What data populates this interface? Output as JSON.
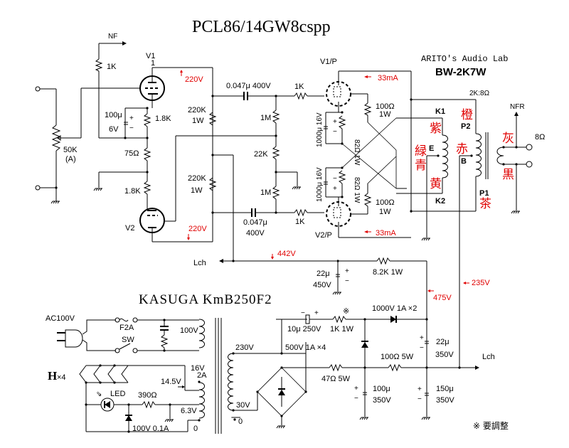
{
  "title": "PCL86/14GW8cspp",
  "lab": {
    "name": "ARITO's Audio Lab",
    "model": "BW-2K7W",
    "ratio": "2K:8Ω"
  },
  "power_transformer": "KASUGA KmB250F2",
  "tubes": {
    "v1": "V1",
    "v1_sub": "1",
    "v2": "V2",
    "v1p": "V1/P",
    "v2p": "V2/P"
  },
  "input": {
    "pot": "50K",
    "pot_taper": "(A)",
    "nf_label": "NF",
    "nf_res": "1K"
  },
  "driver": {
    "cap1": "100μ",
    "cap1_v": "6V",
    "cap1_plus": "+",
    "cap1_minus": "−",
    "r_cathode1": "1.8K",
    "r_mid": "75Ω",
    "r_cathode2": "1.8K",
    "plate_r1": "220K",
    "plate_r1_w": "1W",
    "plate_r2": "220K",
    "plate_r2_w": "1W",
    "v_top": "220V",
    "v_bot": "220V"
  },
  "coupling": {
    "c_top": "0.047μ 400V",
    "c_bot": "0.047μ",
    "c_bot_v": "400V",
    "r_top": "1M",
    "r_mid": "22K",
    "r_bot": "1M",
    "grid_r_top": "1K",
    "grid_r_bot": "1K"
  },
  "output": {
    "screen_r_top": "100Ω",
    "screen_r_top_w": "1W",
    "screen_r_bot": "100Ω",
    "screen_r_bot_w": "1W",
    "k_cap_top": "1000μ 16V",
    "k_cap_bot": "1000μ 16V",
    "k_res_top": "82Ω 1W",
    "k_res_bot": "82Ω 1W",
    "i_top": "33mA",
    "i_bot": "33mA"
  },
  "otrans": {
    "k1": "K1",
    "k2": "K2",
    "p1": "P1",
    "p2": "P2",
    "e": "E",
    "b": "B",
    "c_purple": "紫",
    "c_green": "緑",
    "c_blue": "青",
    "c_yellow": "黄",
    "c_orange": "橙",
    "c_red": "赤",
    "c_brown": "茶",
    "c_gray": "灰",
    "c_black": "黒",
    "nfr": "NFR",
    "load": "8Ω"
  },
  "supply": {
    "lch_top": "Lch",
    "lch_bot": "Lch",
    "v442": "442V",
    "v475": "475V",
    "v235": "235V",
    "c22_450": "22μ",
    "c22_450_v": "450V",
    "r82k": "8.2K 1W",
    "c10": "10μ 250V",
    "r1k": "1K 1W",
    "adjust_mark": "※",
    "diodes_hv": "1000V 1A ×2",
    "c22_350": "22μ",
    "c22_350_v": "350V",
    "r100": "100Ω 5W",
    "r47": "47Ω 5W",
    "c100": "100μ",
    "c100_v": "350V",
    "c150": "150μ",
    "c150_v": "350V",
    "bridge": "500V 1A ×4",
    "sec_230": "230V",
    "sec_30": "30V",
    "sec_0": "0",
    "footnote": "※ 要調整"
  },
  "mains": {
    "ac": "AC100V",
    "fuse": "F2A",
    "switch": "SW",
    "primary": "100V"
  },
  "heater": {
    "h": "H",
    "hx": "×4",
    "v16": "16V",
    "a2": "2A",
    "v145": "14.5V",
    "v63": "6.3V",
    "zero": "0",
    "led": "LED",
    "r390": "390Ω",
    "diode": "100V 0.1A"
  }
}
